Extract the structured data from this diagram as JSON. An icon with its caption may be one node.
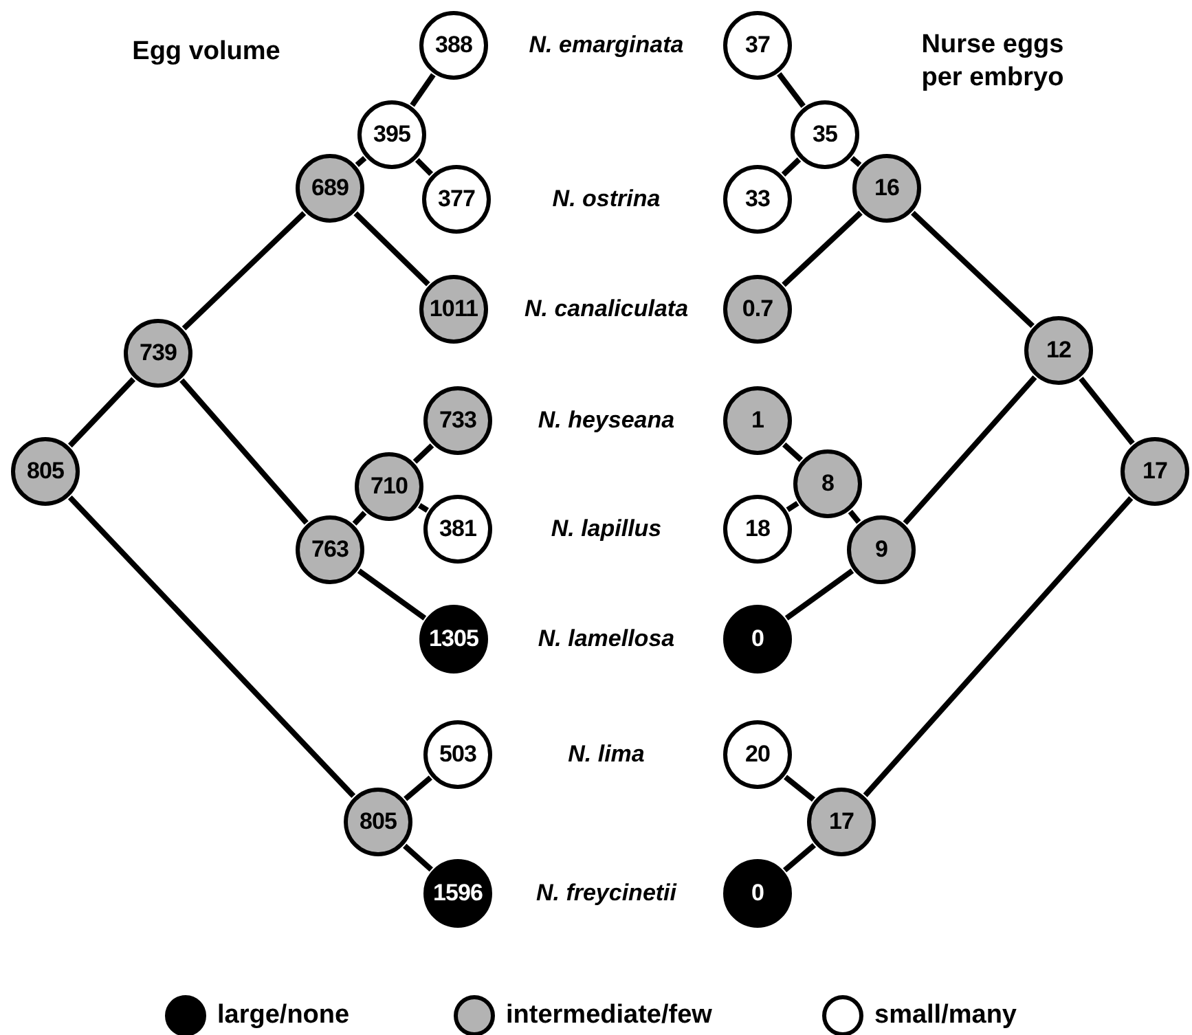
{
  "diagram": {
    "nodes": [
      {
        "text": [
          "388"
        ]
      },
      {
        "text": [
          "395"
        ]
      },
      {
        "text": [
          "377"
        ]
      },
      {
        "text": [
          "689"
        ]
      },
      {
        "text": [
          "1011"
        ]
      },
      {
        "text": [
          "739"
        ]
      },
      {
        "text": [
          "733"
        ]
      },
      {
        "text": [
          "710"
        ]
      },
      {
        "text": [
          "805"
        ]
      },
      {
        "text": [
          "381"
        ]
      },
      {
        "text": [
          "763"
        ]
      },
      {
        "text": [
          "1305"
        ]
      },
      {
        "text": [
          "503"
        ]
      },
      {
        "text": [
          "805"
        ]
      },
      {
        "text": [
          "1596"
        ]
      },
      {
        "text": [
          "37"
        ]
      },
      {
        "text": [
          "35"
        ]
      },
      {
        "text": [
          "33"
        ]
      },
      {
        "text": [
          "16"
        ]
      },
      {
        "text": [
          "0.7"
        ]
      },
      {
        "text": [
          "12"
        ]
      },
      {
        "text": [
          "1"
        ]
      },
      {
        "text": [
          "8"
        ]
      },
      {
        "text": [
          "17"
        ]
      },
      {
        "text": [
          "18"
        ]
      },
      {
        "text": [
          "9"
        ]
      },
      {
        "text": [
          "0"
        ]
      },
      {
        "text": [
          "20"
        ]
      },
      {
        "text": [
          "17"
        ]
      },
      {
        "text": [
          "0"
        ]
      }
    ],
    "edges": [
      {
        "from": 1,
        "to": 0,
        "arrow": "none"
      },
      {
        "from": 1,
        "to": 2,
        "arrow": "none"
      },
      {
        "from": 3,
        "to": 1,
        "arrow": "none"
      },
      {
        "from": 3,
        "to": 4,
        "arrow": "none"
      },
      {
        "from": 5,
        "to": 3,
        "arrow": "none"
      },
      {
        "from": 5,
        "to": 10,
        "arrow": "none"
      },
      {
        "from": 8,
        "to": 5,
        "arrow": "none"
      },
      {
        "from": 8,
        "to": 13,
        "arrow": "none"
      },
      {
        "from": 7,
        "to": 6,
        "arrow": "none"
      },
      {
        "from": 7,
        "to": 9,
        "arrow": "none"
      },
      {
        "from": 10,
        "to": 7,
        "arrow": "none"
      },
      {
        "from": 10,
        "to": 11,
        "arrow": "none"
      },
      {
        "from": 13,
        "to": 12,
        "arrow": "none"
      },
      {
        "from": 13,
        "to": 14,
        "arrow": "none"
      },
      {
        "from": 16,
        "to": 15,
        "arrow": "none"
      },
      {
        "from": 16,
        "to": 17,
        "arrow": "none"
      },
      {
        "from": 18,
        "to": 16,
        "arrow": "none"
      },
      {
        "from": 18,
        "to": 19,
        "arrow": "none"
      },
      {
        "from": 20,
        "to": 18,
        "arrow": "none"
      },
      {
        "from": 20,
        "to": 25,
        "arrow": "none"
      },
      {
        "from": 23,
        "to": 20,
        "arrow": "none"
      },
      {
        "from": 23,
        "to": 28,
        "arrow": "none"
      },
      {
        "from": 22,
        "to": 21,
        "arrow": "none"
      },
      {
        "from": 22,
        "to": 24,
        "arrow": "none"
      },
      {
        "from": 25,
        "to": 22,
        "arrow": "none"
      },
      {
        "from": 25,
        "to": 26,
        "arrow": "none"
      },
      {
        "from": 28,
        "to": 27,
        "arrow": "none"
      },
      {
        "from": 28,
        "to": 29,
        "arrow": "none"
      }
    ],
    "labels": [
      "Egg volume",
      "N. emarginata",
      "Nurse eggs per embryo",
      "N. ostrina",
      "N. canaliculata",
      "N. heyseana",
      "N. lapillus",
      "N. lamellosa",
      "N. lima",
      "N. freycinetii"
    ],
    "legend": [
      {
        "text": "large/none",
        "color": "#000000"
      },
      {
        "text": "intermediate/few",
        "color": "#b3b3b3"
      },
      {
        "text": "small/many",
        "color": "#ffffff"
      }
    ]
  }
}
